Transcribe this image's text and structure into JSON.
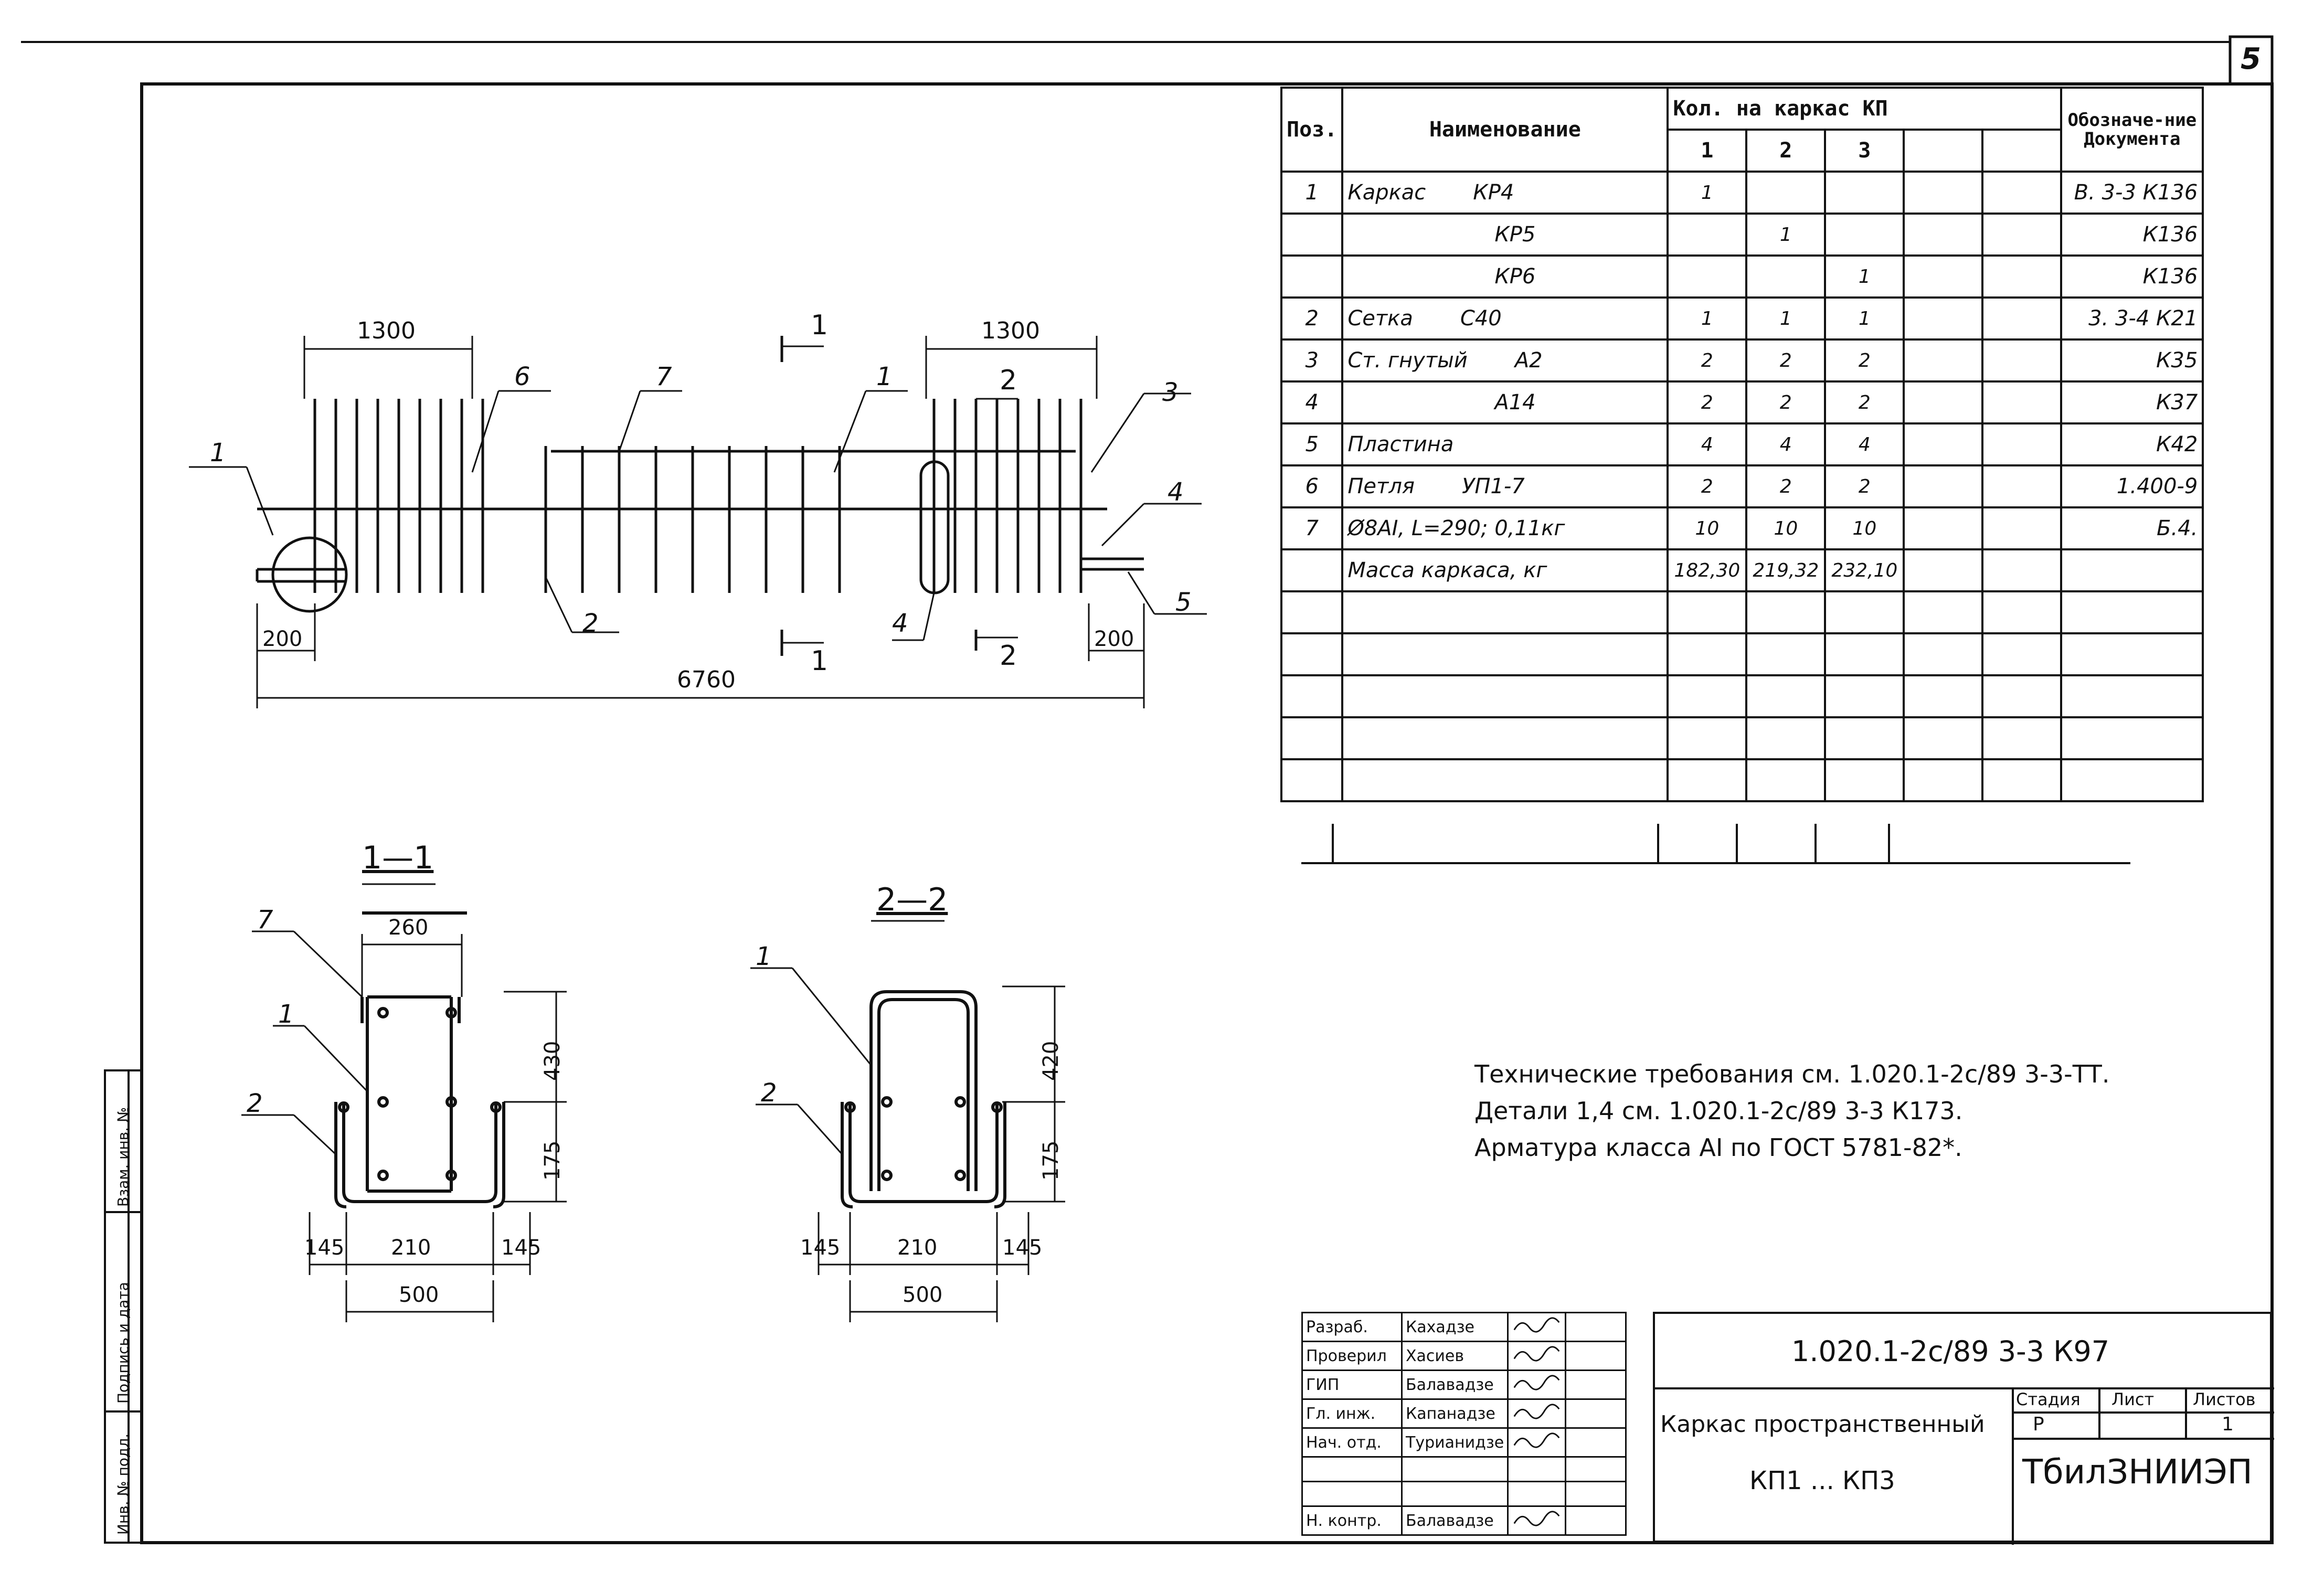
{
  "sheet_number": "5",
  "spec_table": {
    "headers": {
      "pos": "Поз.",
      "name": "Наименование",
      "qty": "Кол. на каркас КП",
      "doc": "Обозначе-ние Документа"
    },
    "qty_cols": [
      "1",
      "2",
      "3",
      "",
      ""
    ],
    "rows": [
      {
        "pos": "1",
        "name": "Каркас",
        "mark": "КР4",
        "q": [
          "1",
          "",
          "",
          "",
          ""
        ],
        "doc": "В. 3-3 К136"
      },
      {
        "pos": "",
        "name": "",
        "mark": "КР5",
        "q": [
          "",
          "1",
          "",
          "",
          ""
        ],
        "doc": "К136"
      },
      {
        "pos": "",
        "name": "",
        "mark": "КР6",
        "q": [
          "",
          "",
          "1",
          "",
          ""
        ],
        "doc": "К136"
      },
      {
        "pos": "2",
        "name": "Сетка",
        "mark": "С40",
        "q": [
          "1",
          "1",
          "1",
          "",
          ""
        ],
        "doc": "3. 3-4 К21"
      },
      {
        "pos": "3",
        "name": "Ст. гнутый",
        "mark": "А2",
        "q": [
          "2",
          "2",
          "2",
          "",
          ""
        ],
        "doc": "К35"
      },
      {
        "pos": "4",
        "name": "",
        "mark": "А14",
        "q": [
          "2",
          "2",
          "2",
          "",
          ""
        ],
        "doc": "К37"
      },
      {
        "pos": "5",
        "name": "Пластина",
        "mark": "",
        "q": [
          "4",
          "4",
          "4",
          "",
          ""
        ],
        "doc": "К42"
      },
      {
        "pos": "6",
        "name": "Петля",
        "mark": "УП1-7",
        "q": [
          "2",
          "2",
          "2",
          "",
          ""
        ],
        "doc": "1.400-9"
      },
      {
        "pos": "7",
        "name": "Ø8АI, L=290; 0,11кг",
        "mark": "",
        "q": [
          "10",
          "10",
          "10",
          "",
          ""
        ],
        "doc": "Б.4."
      },
      {
        "pos": "",
        "name": "Масса каркаса, кг",
        "mark": "",
        "q": [
          "182,30",
          "219,32",
          "232,10",
          "",
          ""
        ],
        "doc": ""
      }
    ]
  },
  "elevation": {
    "dim_total": "6760",
    "dim_left": "1300",
    "dim_right": "1300",
    "dim_end_left": "200",
    "dim_end_right": "200",
    "callouts": [
      "1",
      "6",
      "7",
      "1",
      "3",
      "4",
      "5",
      "2",
      "4"
    ],
    "section_marks": {
      "s1": "1",
      "s2": "2"
    }
  },
  "section_1": {
    "title": "1—1",
    "dim_top": "260",
    "dim_height": "430",
    "dim_lower": "175",
    "dim_left": "145",
    "dim_mid": "210",
    "dim_right": "145",
    "dim_total": "500",
    "callouts": [
      "7",
      "1",
      "2"
    ]
  },
  "section_2": {
    "title": "2—2",
    "dim_height": "420",
    "dim_lower": "175",
    "dim_left": "145",
    "dim_mid": "210",
    "dim_right": "145",
    "dim_total": "500",
    "callouts": [
      "1",
      "2"
    ]
  },
  "notes": [
    "Технические требования см. 1.020.1-2с/89 3-3-ТТ.",
    "Детали 1,4 см. 1.020.1-2с/89 3-3 К173.",
    "Арматура класса АI по ГОСТ 5781-82*."
  ],
  "title_block": {
    "doc_code": "1.020.1-2с/89 3-3 К97",
    "object_name": "Каркас пространственный",
    "object_marks": "КП1 ... КП3",
    "org": "ТбилЗНИИЭП",
    "stage_label": "Стадия",
    "sheet_label": "Лист",
    "sheets_label": "Листов",
    "stage": "Р",
    "sheet": "",
    "sheets": "1",
    "people": [
      {
        "role": "Разраб.",
        "name": "Кахадзе"
      },
      {
        "role": "Проверил",
        "name": "Хасиев"
      },
      {
        "role": "ГИП",
        "name": "Балавадзе"
      },
      {
        "role": "Гл. инж.",
        "name": "Капанадзе"
      },
      {
        "role": "Нач. отд.",
        "name": "Турианидзе"
      },
      {
        "role": "",
        "name": ""
      },
      {
        "role": "",
        "name": ""
      },
      {
        "role": "Н. контр.",
        "name": "Балавадзе"
      }
    ]
  },
  "side_stamp": {
    "inv_podl": "Инв. № подл.",
    "podpis": "Подпись и дата",
    "vzam": "Взам. инв. №"
  }
}
